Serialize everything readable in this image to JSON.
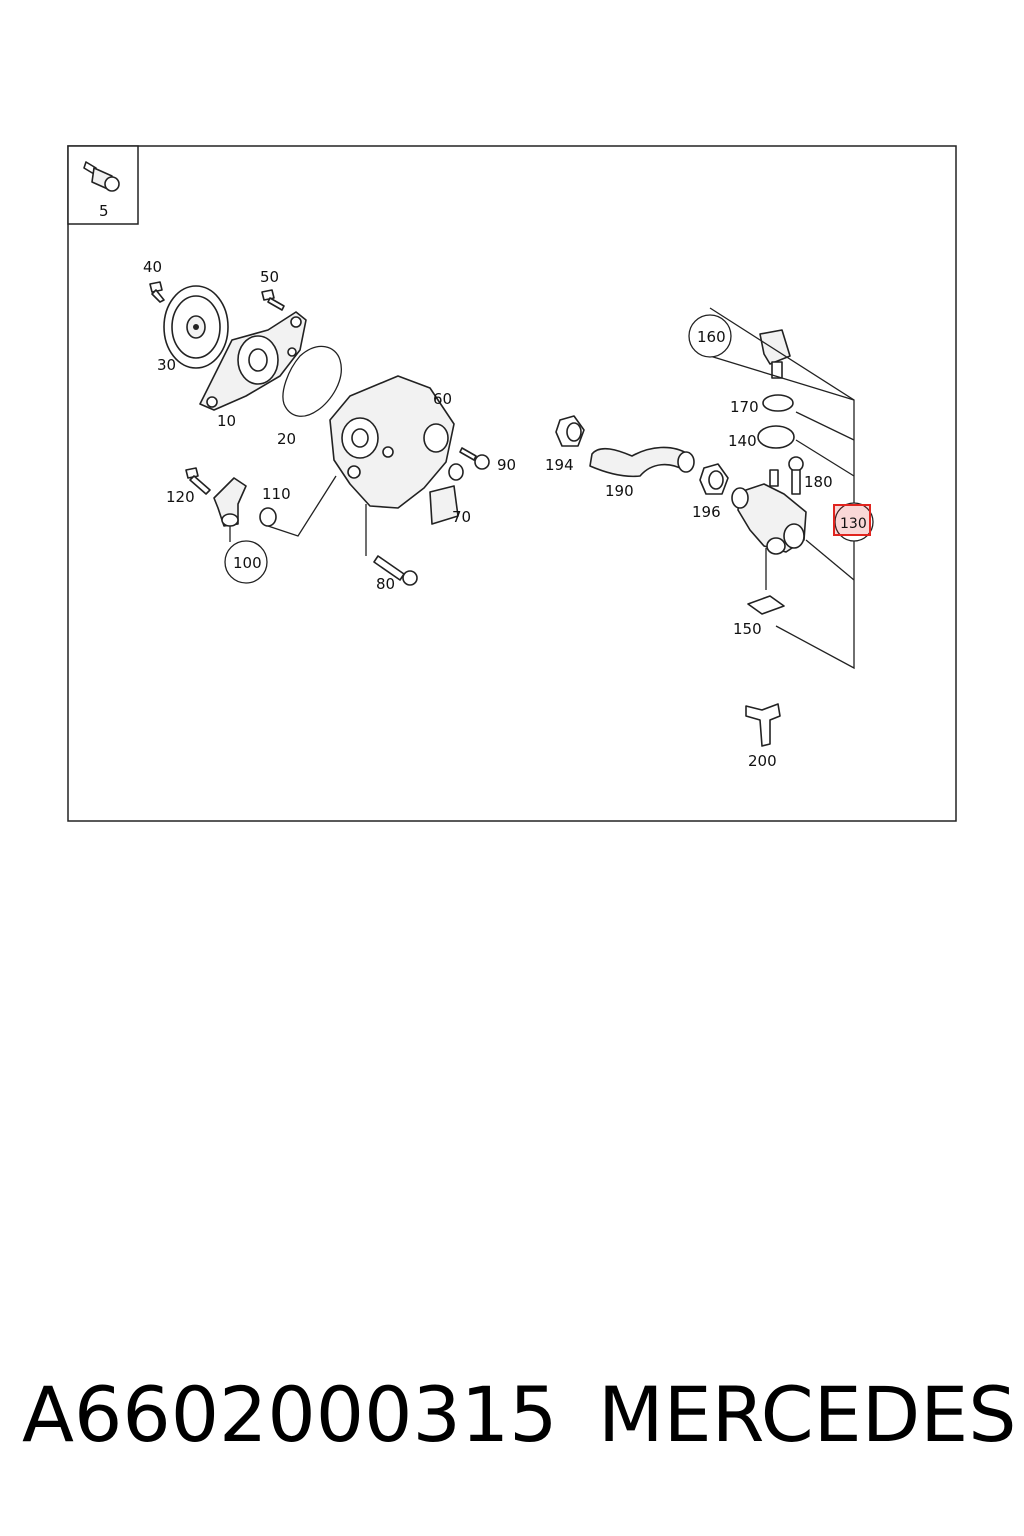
{
  "diagram": {
    "inset": {
      "label": "5"
    },
    "parts": {
      "p10": "10",
      "p20": "20",
      "p30": "30",
      "p40": "40",
      "p50": "50",
      "p60": "60",
      "p70": "70",
      "p80": "80",
      "p90": "90",
      "p100": "100",
      "p110": "110",
      "p120": "120",
      "p130": "130",
      "p140": "140",
      "p150": "150",
      "p160": "160",
      "p170": "170",
      "p180": "180",
      "p190": "190",
      "p194": "194",
      "p196": "196",
      "p200": "200"
    },
    "highlight_color": "#e0241f"
  },
  "footer": {
    "part_number": "A6602000315",
    "brand": "MERCEDES"
  }
}
